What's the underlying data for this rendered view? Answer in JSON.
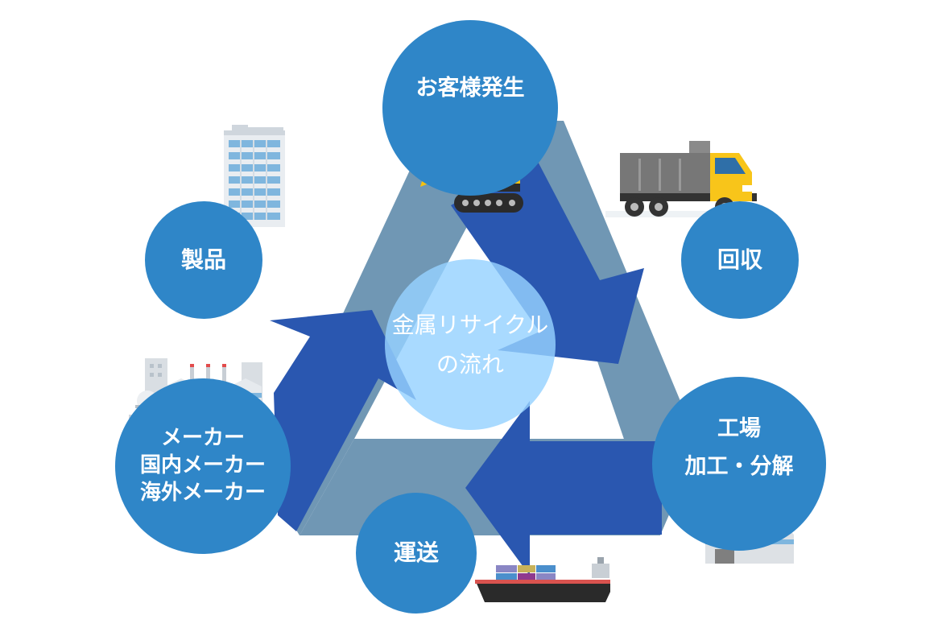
{
  "diagram": {
    "center": {
      "line1": "金属リサイクル",
      "line2": "の流れ"
    },
    "nodes": {
      "customer": {
        "label": "お客様発生"
      },
      "collection": {
        "label": "回収"
      },
      "factory": {
        "line1": "工場",
        "line2": "加工・分解"
      },
      "transport": {
        "label": "運送"
      },
      "manufacturer": {
        "line1": "メーカー",
        "line2": "国内メーカー",
        "line3": "海外メーカー"
      },
      "product": {
        "label": "製品"
      }
    },
    "icons": [
      "excavator-icon",
      "dump-truck-icon",
      "factory-icon",
      "cargo-ship-icon",
      "manufacturing-plant-icon",
      "office-building-icon"
    ]
  },
  "colors": {
    "node_fill": "#2f86c8",
    "arrow_dark": "#2a57b0",
    "arrow_gray": "#7097b4",
    "center_fill": "#96d2ff",
    "excavator_yellow": "#f7c20e",
    "truck_yellow": "#f8c51a",
    "building_blue": "#7fb6de"
  }
}
